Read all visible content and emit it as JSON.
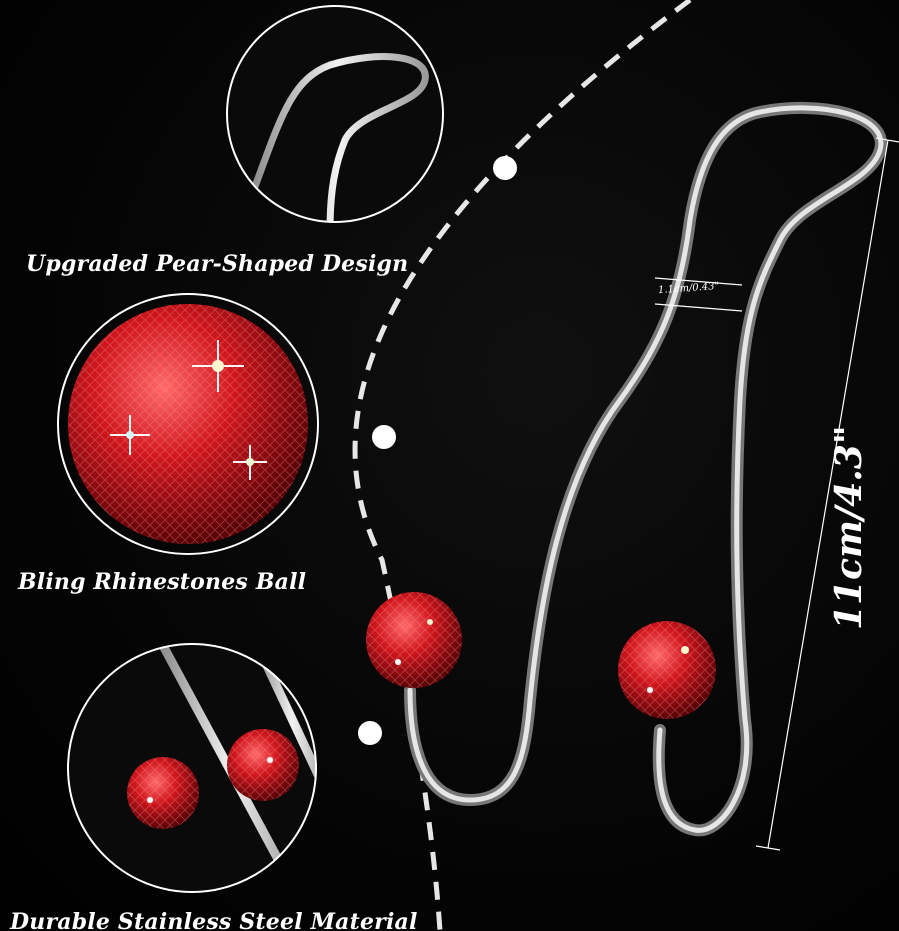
{
  "captions": {
    "pear_shaped": "Upgraded Pear-Shaped Design",
    "rhinestones": "Bling Rhinestones Ball",
    "steel": "Durable Stainless Steel Material"
  },
  "dimensions": {
    "gap": "1.1cm/0.43\"",
    "height": "11cm/4.3\""
  },
  "colors": {
    "background": "#000000",
    "steel": "#d9d9d9",
    "rhinestone": "#c4141b",
    "text": "#ffffff"
  }
}
